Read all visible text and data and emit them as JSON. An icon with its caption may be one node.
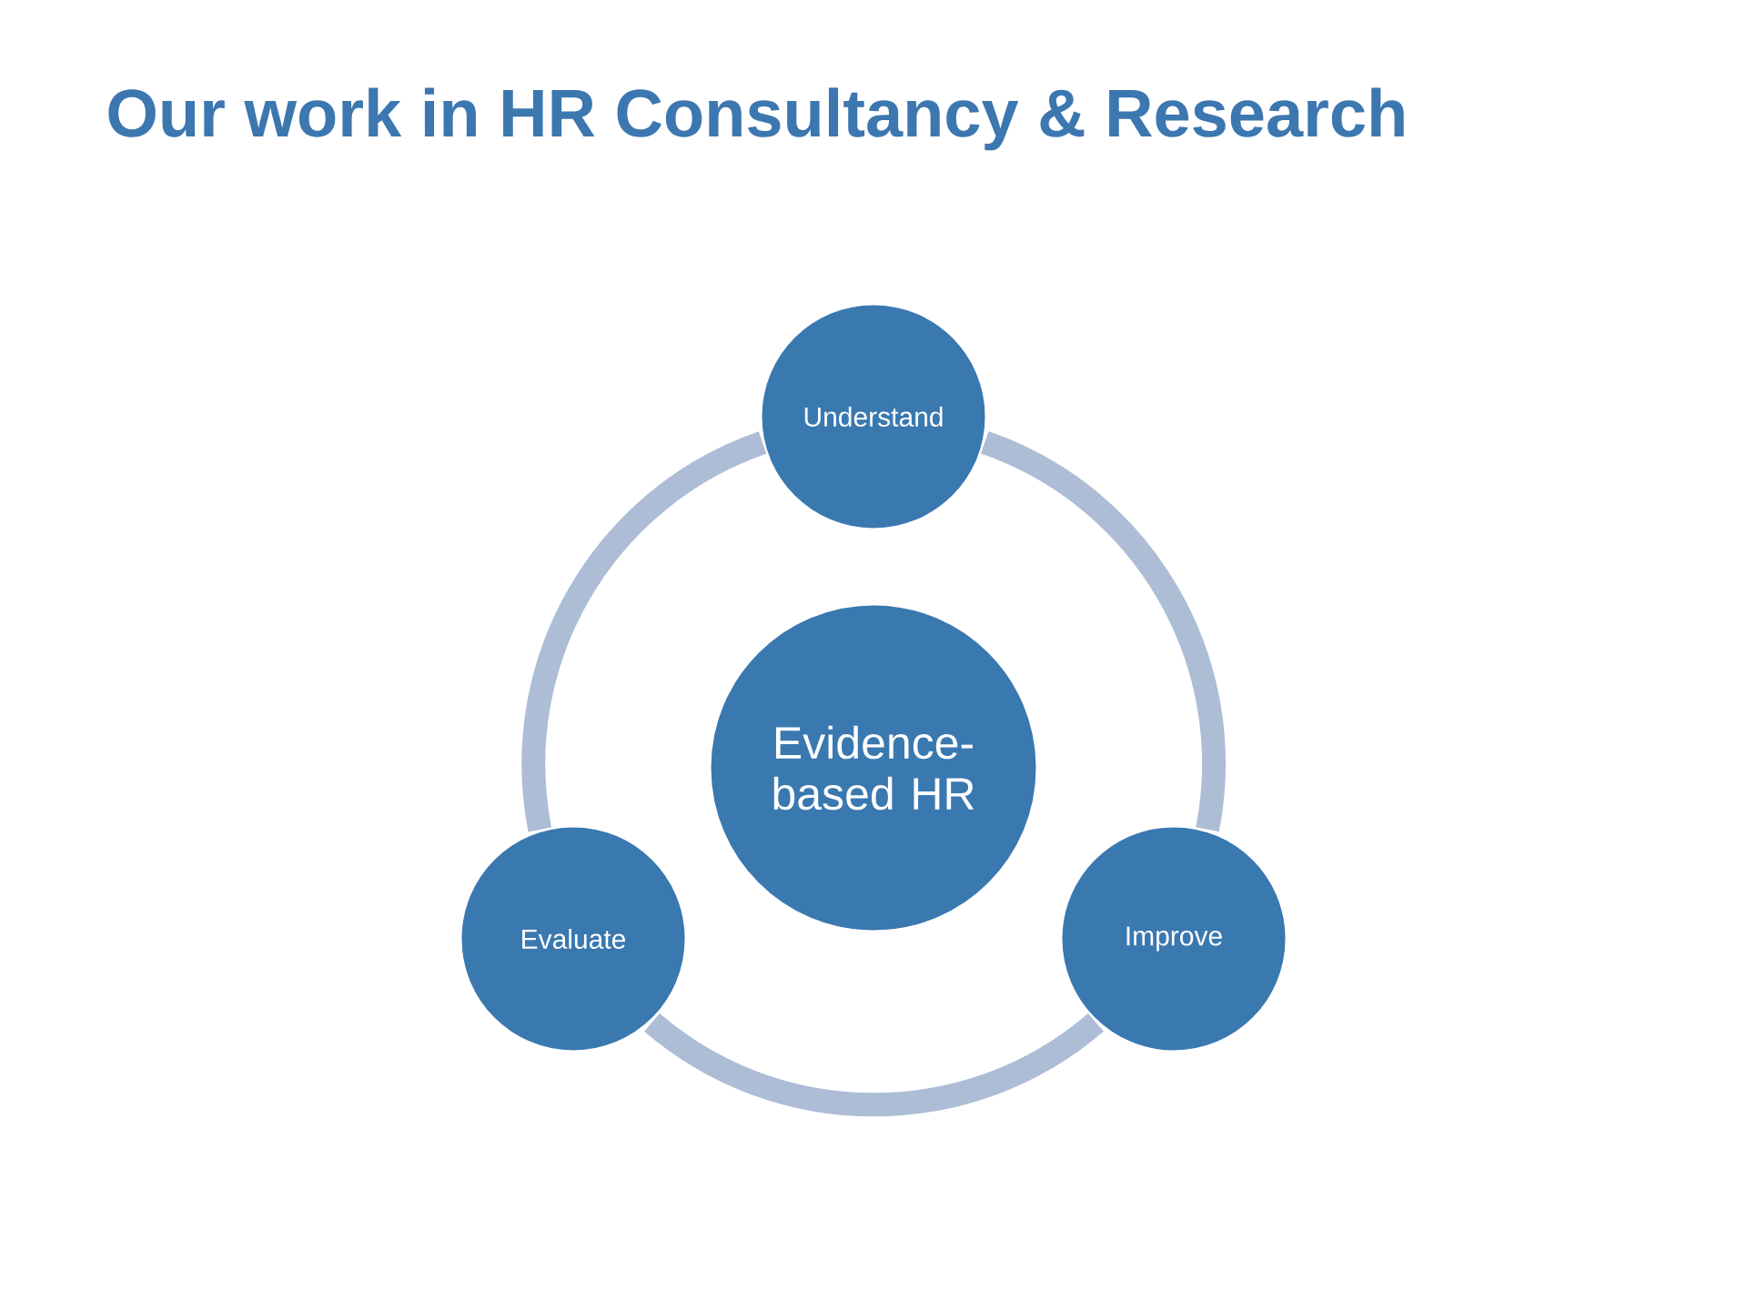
{
  "diagram": {
    "title": "Our work in HR Consultancy & Research",
    "nodes": [
      {
        "text": [
          "Understand"
        ]
      },
      {
        "text": [
          "Evidence-based HR"
        ]
      },
      {
        "text": [
          "Evaluate"
        ]
      },
      {
        "text": [
          "Improve"
        ]
      }
    ],
    "edges": [
      {
        "from": 0,
        "to": 3,
        "arrow": "none"
      },
      {
        "from": 3,
        "to": 2,
        "arrow": "none"
      },
      {
        "from": 2,
        "to": 0,
        "arrow": "none"
      }
    ]
  }
}
